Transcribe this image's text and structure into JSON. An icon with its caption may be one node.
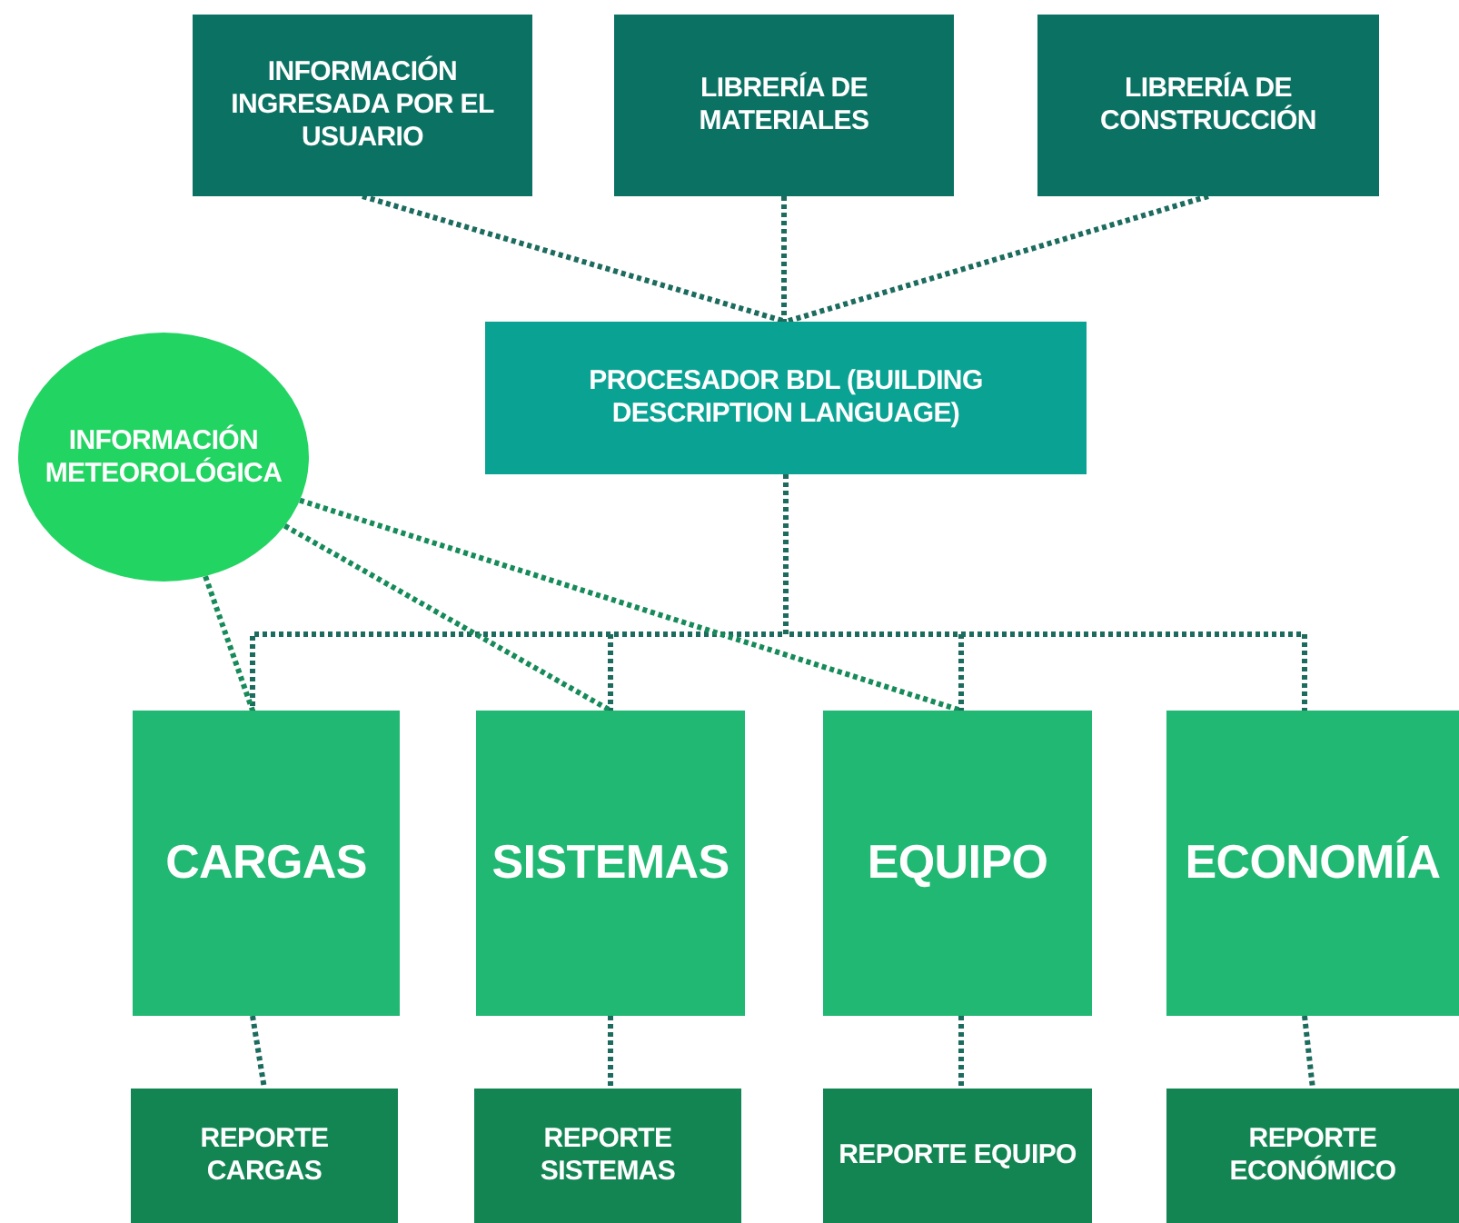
{
  "diagram": {
    "nodes": [
      {
        "text": [
          "INFORMACIÓN INGRESADA POR EL USUARIO"
        ]
      },
      {
        "text": [
          "LIBRERÍA DE MATERIALES"
        ]
      },
      {
        "text": [
          "LIBRERÍA DE CONSTRUCCIÓN"
        ]
      },
      {
        "text": [
          "PROCESADOR BDL (BUILDING DESCRIPTION LANGUAGE)"
        ]
      },
      {
        "text": [
          "INFORMACIÓN METEOROLÓGICA"
        ]
      },
      {
        "text": [
          "CARGAS"
        ]
      },
      {
        "text": [
          "SISTEMAS"
        ]
      },
      {
        "text": [
          "EQUIPO"
        ]
      },
      {
        "text": [
          "ECONOMÍA"
        ]
      },
      {
        "text": [
          "REPORTE CARGAS"
        ]
      },
      {
        "text": [
          "REPORTE SISTEMAS"
        ]
      },
      {
        "text": [
          "REPORTE EQUIPO"
        ]
      },
      {
        "text": [
          "REPORTE ECONÓMICO"
        ]
      }
    ],
    "edges": [
      {
        "from": 0,
        "to": 3,
        "arrow": "none",
        "style": "dashed"
      },
      {
        "from": 1,
        "to": 3,
        "arrow": "none",
        "style": "dashed"
      },
      {
        "from": 2,
        "to": 3,
        "arrow": "none",
        "style": "dashed"
      },
      {
        "from": 3,
        "to": 5,
        "arrow": "none",
        "style": "dashed"
      },
      {
        "from": 3,
        "to": 6,
        "arrow": "none",
        "style": "dashed"
      },
      {
        "from": 3,
        "to": 7,
        "arrow": "none",
        "style": "dashed"
      },
      {
        "from": 3,
        "to": 8,
        "arrow": "none",
        "style": "dashed"
      },
      {
        "from": 4,
        "to": 5,
        "arrow": "none",
        "style": "dashed",
        "color": "#178a5a"
      },
      {
        "from": 4,
        "to": 6,
        "arrow": "none",
        "style": "dashed",
        "color": "#178a5a"
      },
      {
        "from": 4,
        "to": 7,
        "arrow": "none",
        "style": "dashed",
        "color": "#178a5a"
      },
      {
        "from": 5,
        "to": 9,
        "arrow": "none",
        "style": "dashed"
      },
      {
        "from": 6,
        "to": 10,
        "arrow": "none",
        "style": "dashed"
      },
      {
        "from": 7,
        "to": 11,
        "arrow": "none",
        "style": "dashed"
      },
      {
        "from": 8,
        "to": 12,
        "arrow": "none",
        "style": "dashed"
      }
    ]
  }
}
